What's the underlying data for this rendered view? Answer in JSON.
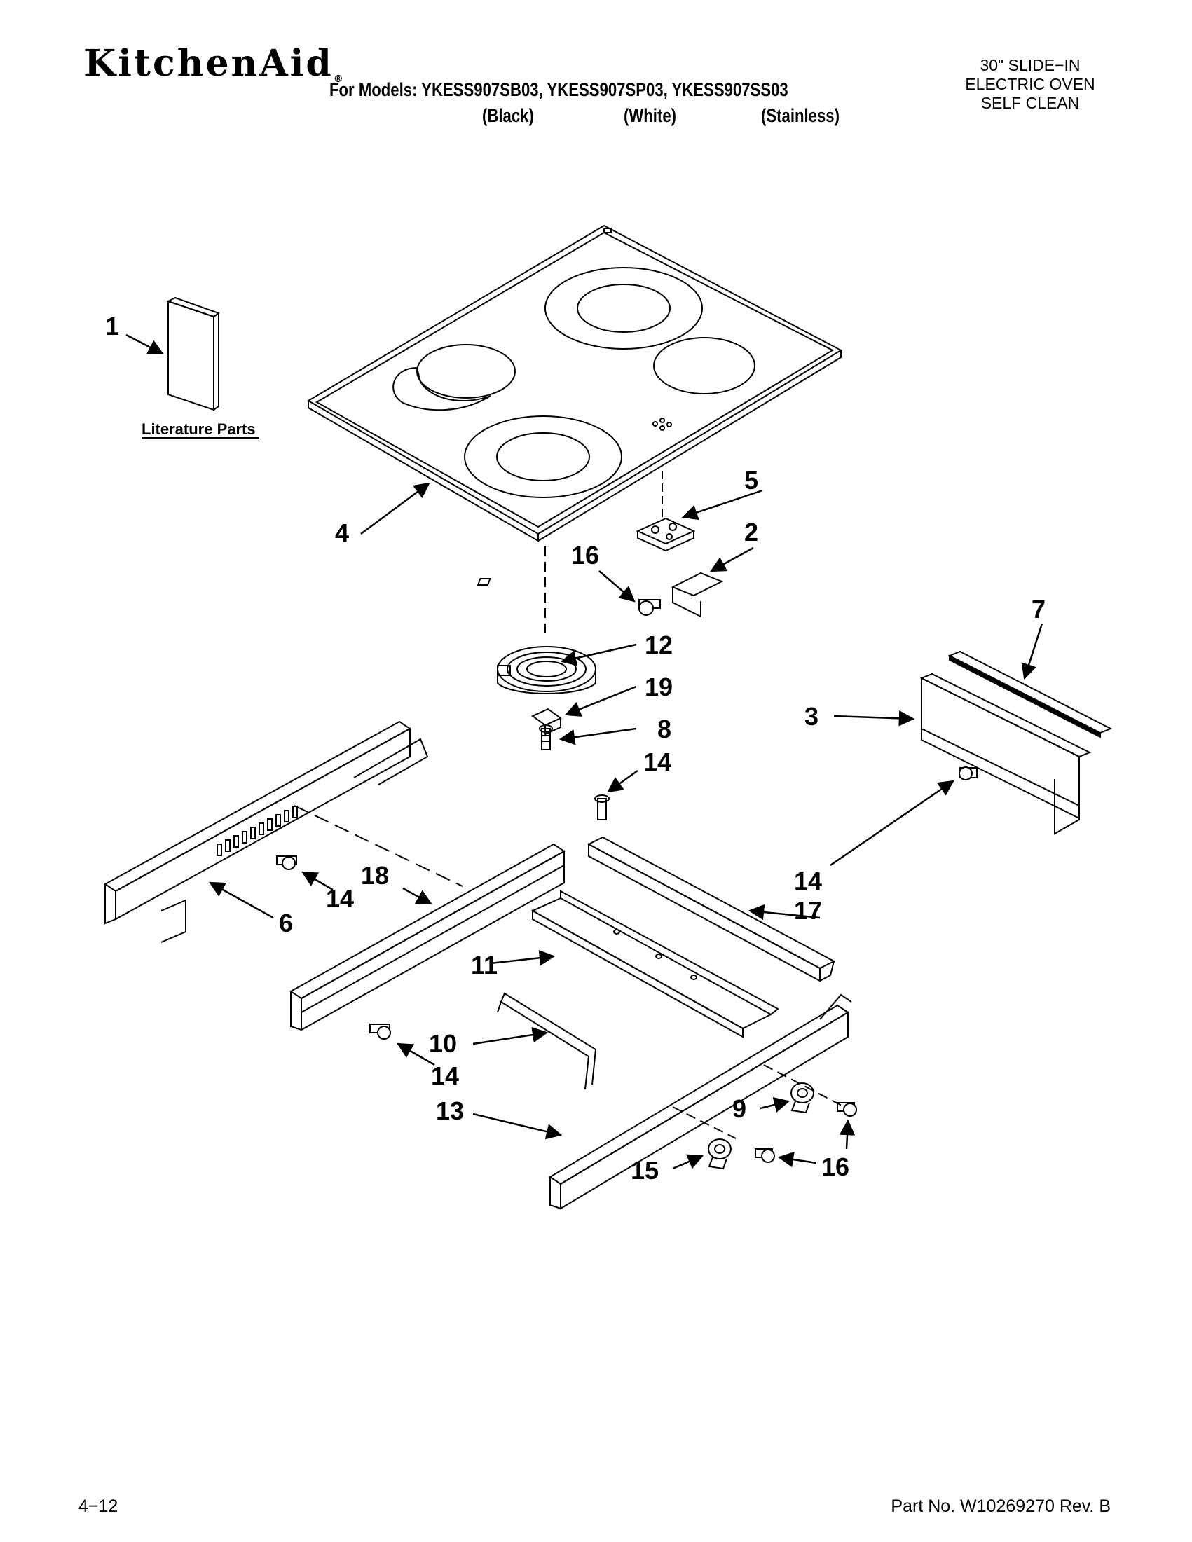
{
  "header": {
    "brand": "KitchenAid",
    "brand_mark": "®",
    "models_line": "For Models: YKESS907SB03, YKESS907SP03, YKESS907SS03",
    "variants": [
      "(Black)",
      "(White)",
      "(Stainless)"
    ],
    "product_lines": [
      "30\" SLIDE−IN",
      "ELECTRIC OVEN",
      "SELF CLEAN"
    ]
  },
  "diagram": {
    "literature_label": "Literature Parts",
    "callouts": [
      "1",
      "4",
      "5",
      "2",
      "16",
      "7",
      "12",
      "19",
      "3",
      "8",
      "14",
      "14",
      "18",
      "14",
      "6",
      "17",
      "11",
      "10",
      "14",
      "13",
      "9",
      "15",
      "16"
    ]
  },
  "footer": {
    "page": "4−12",
    "part_no": "Part No. W10269270 Rev. B"
  }
}
